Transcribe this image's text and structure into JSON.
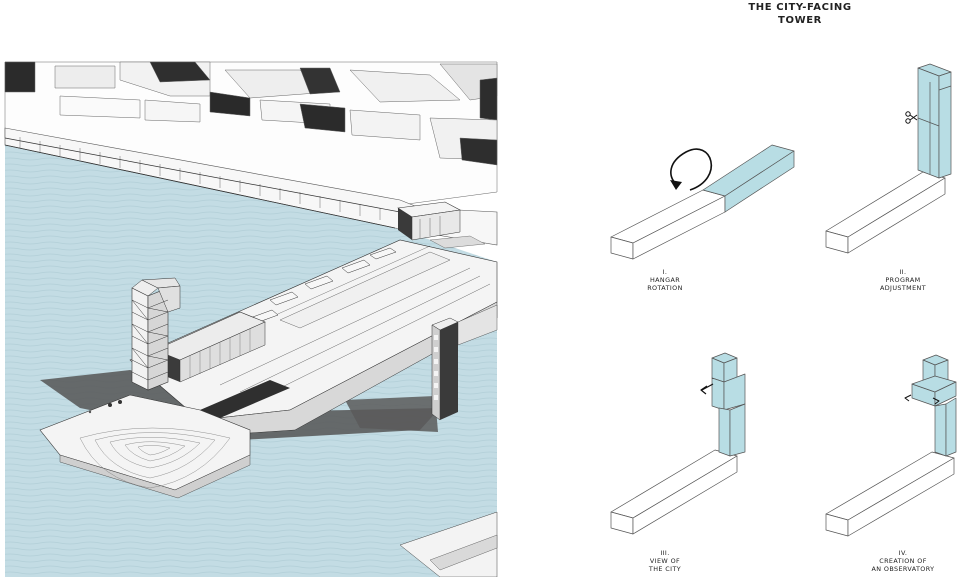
{
  "header": {
    "title_line1": "THE CITY-FACING",
    "title_line2": "TOWER"
  },
  "steps": [
    {
      "numeral": "I.",
      "line1": "HANGAR",
      "line2": "ROTATION"
    },
    {
      "numeral": "II.",
      "line1": "PROGRAM",
      "line2": "ADJUSTMENT"
    },
    {
      "numeral": "III.",
      "line1": "VIEW OF",
      "line2": "THE CITY"
    },
    {
      "numeral": "IV.",
      "line1": "CREATION OF",
      "line2": "AN OBSERVATORY"
    }
  ],
  "colors": {
    "water": "#bfd9e1",
    "highlight_blue": "#b8dde4",
    "line": "#444444",
    "shadow": "#555555"
  }
}
